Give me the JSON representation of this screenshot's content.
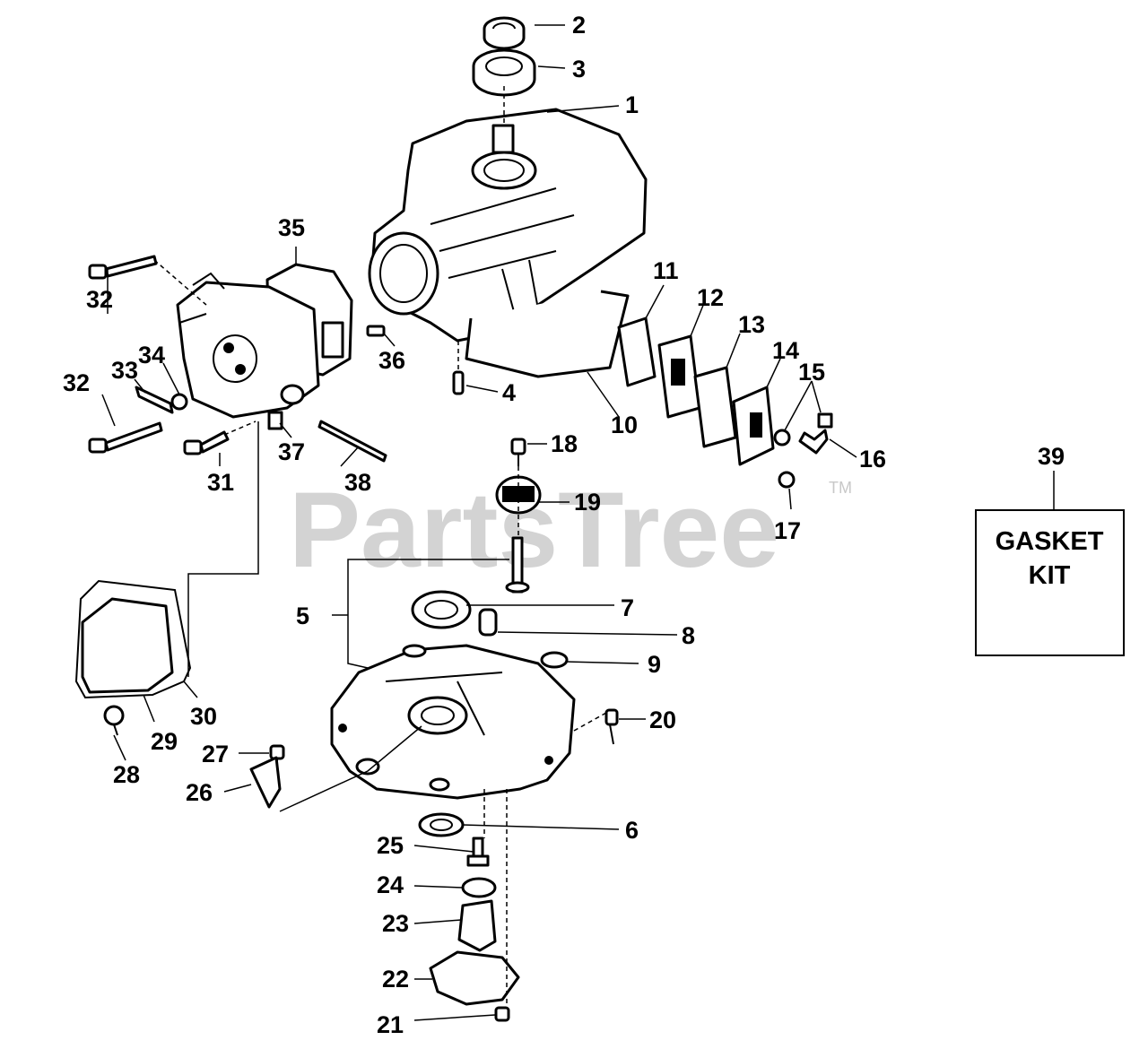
{
  "watermark": {
    "text": "PartsTree",
    "trademark": "TM"
  },
  "callouts": [
    "1",
    "2",
    "3",
    "4",
    "5",
    "6",
    "7",
    "8",
    "9",
    "10",
    "11",
    "12",
    "13",
    "14",
    "15",
    "16",
    "17",
    "18",
    "19",
    "20",
    "21",
    "22",
    "23",
    "24",
    "25",
    "26",
    "27",
    "28",
    "29",
    "30",
    "31",
    "32",
    "32",
    "33",
    "34",
    "35",
    "36",
    "37",
    "38",
    "39"
  ],
  "kit_box": {
    "line1": "GASKET",
    "line2": "KIT"
  }
}
